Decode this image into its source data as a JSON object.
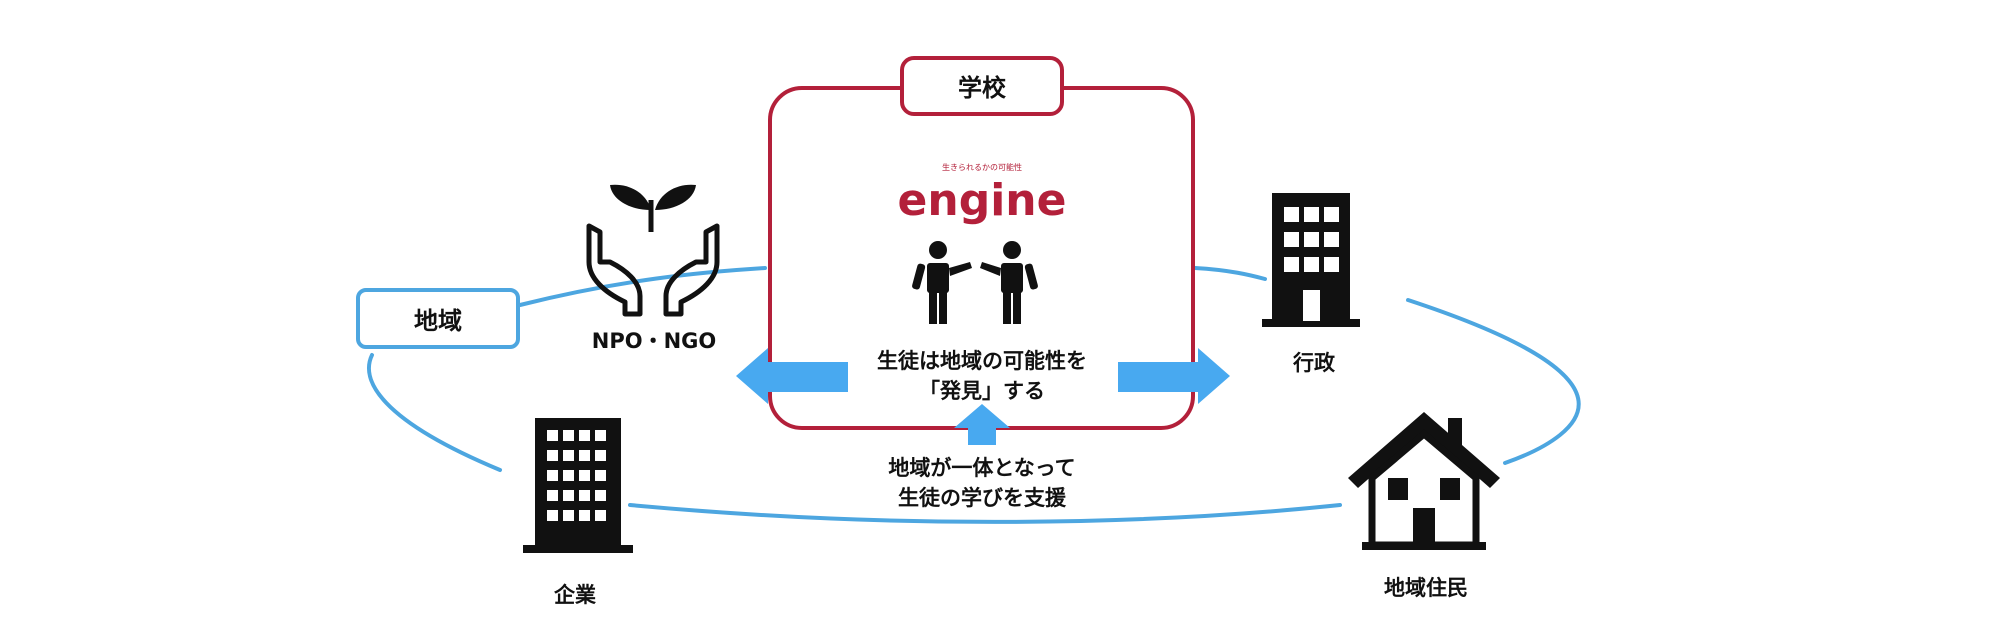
{
  "colors": {
    "school_red": "#b3203a",
    "region_blue": "#4da6e0",
    "arrow_blue": "#48a9f0",
    "ink": "#111111"
  },
  "school": {
    "label": "学校",
    "logo_tagline": "生きられるかの可能性",
    "logo_text": "engine",
    "caption_line1": "生徒は地域の可能性を",
    "caption_line2": "「発見」する"
  },
  "region": {
    "label": "地域",
    "support_line1": "地域が一体となって",
    "support_line2": "生徒の学びを支援"
  },
  "actors": {
    "npo": {
      "label": "NPO・NGO",
      "icon": "hands-sprout-icon"
    },
    "government": {
      "label": "行政",
      "icon": "office-building-icon"
    },
    "company": {
      "label": "企業",
      "icon": "tall-building-icon"
    },
    "residents": {
      "label": "地域住民",
      "icon": "house-icon"
    }
  }
}
